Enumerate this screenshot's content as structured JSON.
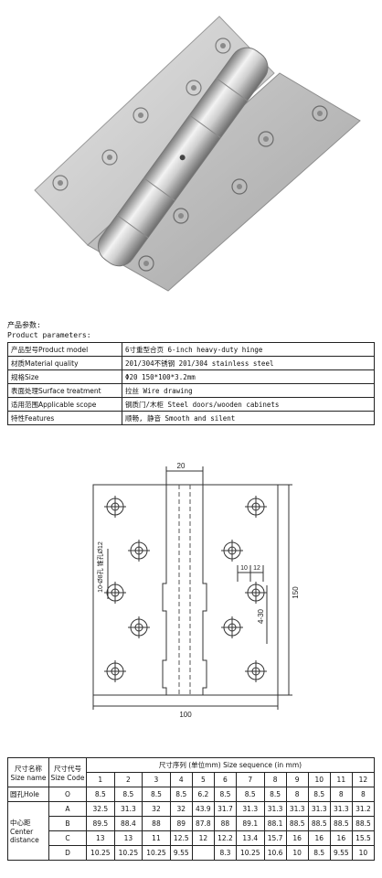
{
  "params_header": {
    "title_cn": "产品参数:",
    "title_en": "Product parameters:"
  },
  "params": [
    {
      "label": "产品型号Product model",
      "value": "6寸重型合页 6-inch heavy-duty hinge"
    },
    {
      "label": "材质Material quality",
      "value": "201/304不锈钢 201/304 stainless steel"
    },
    {
      "label": "规格Size",
      "value": "Φ20 150*100*3.2mm"
    },
    {
      "label": "表面处理Surface treatment",
      "value": "拉丝 Wire drawing"
    },
    {
      "label": "适用范围Applicable scope",
      "value": "钢质门/木柜 Steel doors/wooden cabinets"
    },
    {
      "label": "特性Features",
      "value": "顺畅, 静音 Smooth and silent"
    }
  ],
  "drawing": {
    "dim_top": "20",
    "dim_height": "150",
    "dim_width": "100",
    "dim_10": "10",
    "dim_12": "12",
    "dim_4_30": "4-30",
    "hole_note": "10-Ø8孔 锥孔Ø12"
  },
  "size_table": {
    "h_size_name_cn": "尺寸名称",
    "h_size_name_en": "Size name",
    "h_size_code_cn": "尺寸代号",
    "h_size_code_en": "Size Code",
    "h_sequence": "尺寸序列 (单位mm) Size sequence (in mm)",
    "columns": [
      "1",
      "2",
      "3",
      "4",
      "5",
      "6",
      "7",
      "8",
      "9",
      "10",
      "11",
      "12"
    ],
    "hole_label": "圆孔Hole",
    "center_label_cn": "中心距",
    "center_label_en1": "Center",
    "center_label_en2": "distance",
    "rows": [
      {
        "code": "O",
        "values": [
          "8.5",
          "8.5",
          "8.5",
          "8.5",
          "6.2",
          "8.5",
          "8.5",
          "8.5",
          "8",
          "8.5",
          "8",
          "8"
        ]
      },
      {
        "code": "A",
        "values": [
          "32.5",
          "31.3",
          "32",
          "32",
          "43.9",
          "31.7",
          "31.3",
          "31.3",
          "31.3",
          "31.3",
          "31.3",
          "31.2"
        ]
      },
      {
        "code": "B",
        "values": [
          "89.5",
          "88.4",
          "88",
          "89",
          "87.8",
          "88",
          "89.1",
          "88.1",
          "88.5",
          "88.5",
          "88.5",
          "88.5"
        ]
      },
      {
        "code": "C",
        "values": [
          "13",
          "13",
          "11",
          "12.5",
          "12",
          "12.2",
          "13.4",
          "15.7",
          "16",
          "16",
          "16",
          "15.5"
        ]
      },
      {
        "code": "D",
        "values": [
          "10.25",
          "10.25",
          "10.25",
          "9.55",
          "",
          "8.3",
          "10.25",
          "10.6",
          "10",
          "8.5",
          "9.55",
          "10"
        ]
      }
    ]
  }
}
